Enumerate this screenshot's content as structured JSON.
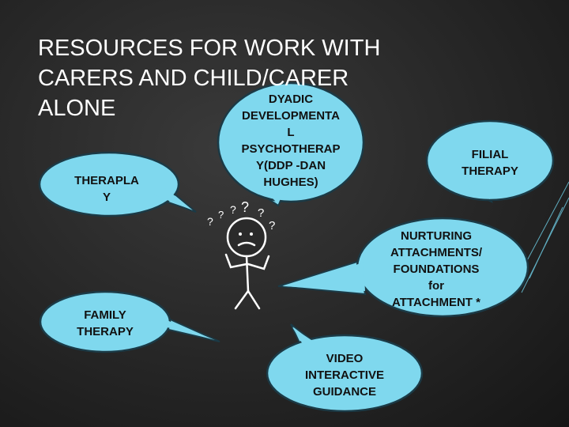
{
  "slide": {
    "title_lines": [
      "RESOURCES FOR WORK WITH",
      "CARERS AND CHILD/CARER",
      "ALONE"
    ],
    "colors": {
      "background": "#262626",
      "bubble_fill": "#7fd8ee",
      "bubble_stroke": "#1b3a46",
      "title": "#ffffff"
    }
  },
  "bubbles": {
    "dyadic": {
      "lines": [
        "DYADIC",
        "DEVELOPMENTA",
        "L",
        "PSYCHOTHERAP",
        "Y(DDP -DAN",
        "HUGHES)"
      ]
    },
    "filial": {
      "lines": [
        "FILIAL",
        "THERAPY"
      ]
    },
    "theraplay": {
      "lines": [
        "THERAPLA",
        "Y"
      ]
    },
    "nurturing": {
      "lines": [
        "NURTURING",
        "ATTACHMENTS/",
        "FOUNDATIONS",
        "for",
        "ATTACHMENT *"
      ]
    },
    "family": {
      "lines": [
        "FAMILY",
        "THERAPY"
      ]
    },
    "video": {
      "lines": [
        "VIDEO",
        "INTERACTIVE",
        "GUIDANCE"
      ]
    }
  },
  "figure": {
    "icon": "confused-stick-figure-icon",
    "question_marks": [
      "?",
      "?",
      "?",
      "?",
      "?",
      "?"
    ]
  }
}
